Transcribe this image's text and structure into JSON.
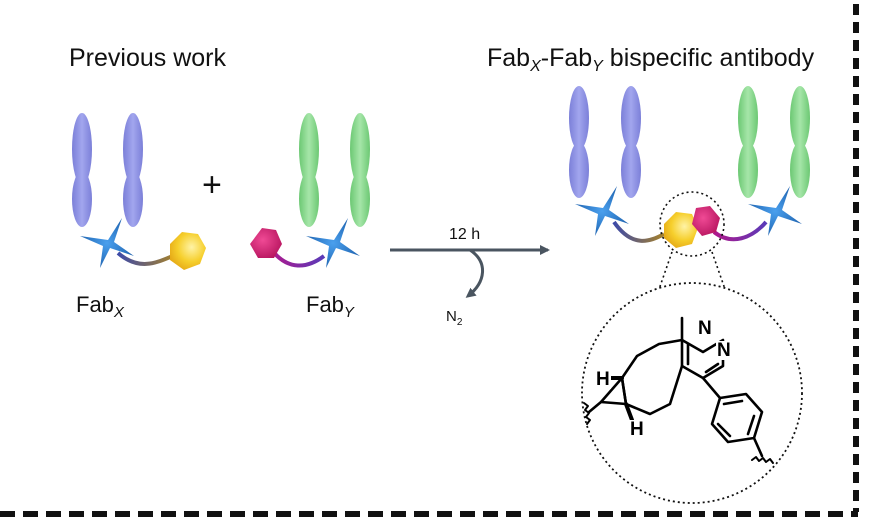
{
  "titles": {
    "previous_work": "Previous work",
    "bispecific_pre": "Fab",
    "bispecific_sub_x": "X",
    "bispecific_mid": "-Fab",
    "bispecific_sub_y": "Y",
    "bispecific_post": " bispecific antibody"
  },
  "labels": {
    "fab_x_main": "Fab",
    "fab_x_sub": "X",
    "fab_y_main": "Fab",
    "fab_y_sub": "Y",
    "plus": "+",
    "reaction_time": "12 h",
    "byproduct_main": "N",
    "byproduct_sub": "2"
  },
  "chemistry": {
    "atom_n1": "N",
    "atom_n2": "N",
    "atom_h1": "H",
    "atom_h2": "H"
  },
  "colors": {
    "fab_x_chain": "#8b8fe0",
    "fab_y_chain": "#86d38a",
    "hinge": "#2a78c8",
    "tetrazine": "#e01c7a",
    "cyclooctyne": "#f4c21c",
    "linker_x": "#6a4f3a",
    "linker_y": "#9a2ab0",
    "arrow": "#4a5560",
    "border": "#111111"
  }
}
